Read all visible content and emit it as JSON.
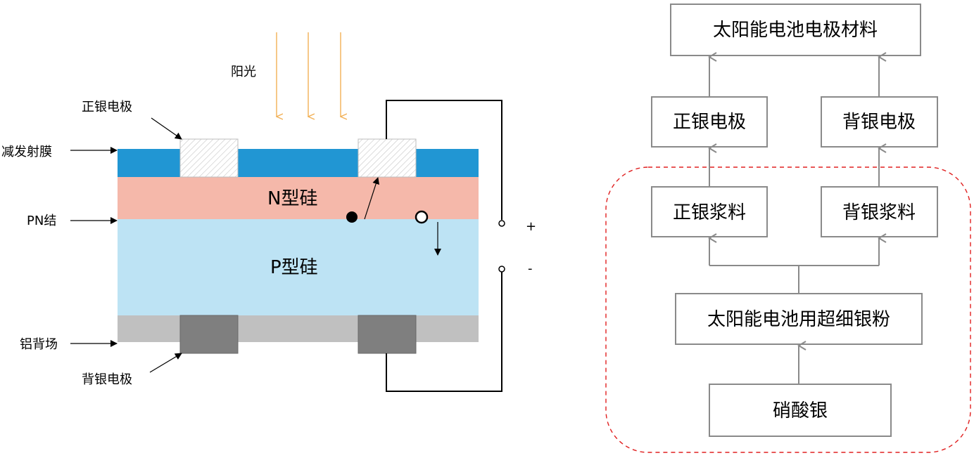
{
  "cell": {
    "sunlight_label": "阳光",
    "front_electrode_label": "正银电极",
    "antireflection_label": "减发射膜",
    "pn_junction_label": "PN结",
    "n_silicon_label": "N型硅",
    "p_silicon_label": "P型硅",
    "aluminum_bsf_label": "铝背场",
    "back_electrode_label": "背银电极",
    "plus_terminal": "+",
    "minus_terminal": "-",
    "colors": {
      "antireflection": "#2196d3",
      "n_silicon": "#f5b8aa",
      "p_silicon": "#bde3f4",
      "aluminum": "#c0c0c0",
      "back_electrode": "#7f7f7f",
      "sunlight": "#f2b056"
    }
  },
  "flow": {
    "top": "太阳能电池电极材料",
    "front_electrode": "正银电极",
    "back_electrode": "背银电极",
    "front_paste": "正银浆料",
    "back_paste": "背银浆料",
    "silver_powder": "太阳能电池用超细银粉",
    "silver_nitrate": "硝酸银",
    "dashed_border_color": "#e02020"
  }
}
